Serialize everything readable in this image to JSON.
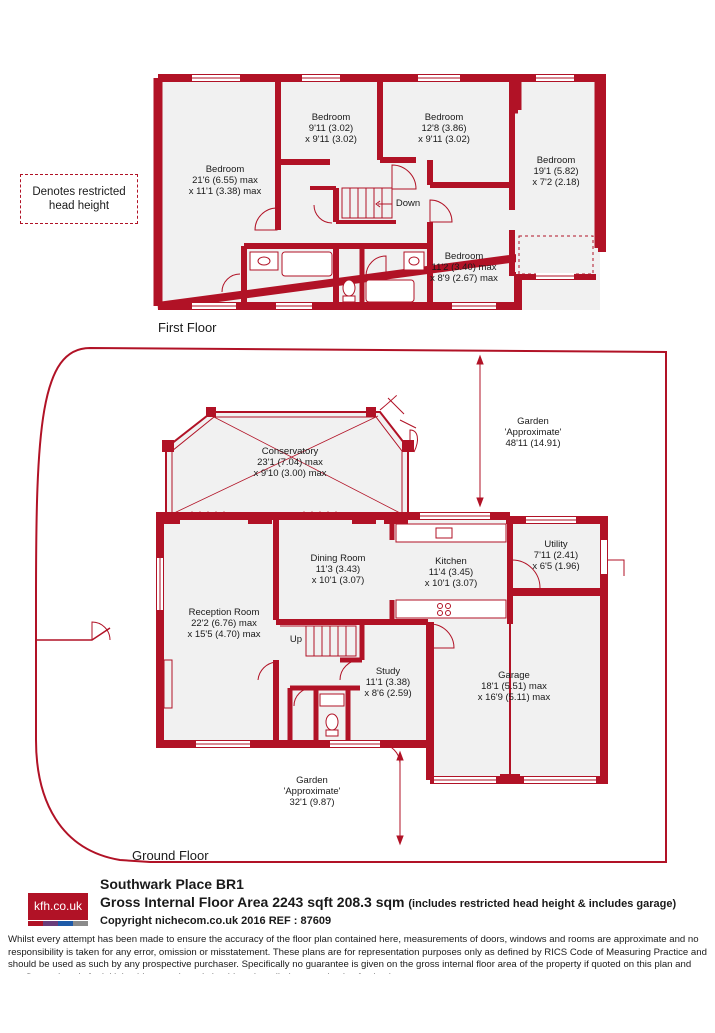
{
  "colors": {
    "wall": "#b11226",
    "floor": "#f1f1f1",
    "outline": "#b11226"
  },
  "legend": {
    "line1": "Denotes restricted",
    "line2": "head height"
  },
  "floors": {
    "first": "First Floor",
    "ground": "Ground Floor"
  },
  "rooms": {
    "bedroom1": {
      "name": "Bedroom",
      "dim1": "21'6 (6.55) max",
      "dim2": "x 11'1 (3.38) max"
    },
    "bedroom2": {
      "name": "Bedroom",
      "dim1": "9'11 (3.02)",
      "dim2": "x 9'11 (3.02)"
    },
    "bedroom3": {
      "name": "Bedroom",
      "dim1": "12'8 (3.86)",
      "dim2": "x 9'11 (3.02)"
    },
    "bedroom4": {
      "name": "Bedroom",
      "dim1": "19'1 (5.82)",
      "dim2": "x 7'2 (2.18)"
    },
    "bedroom5": {
      "name": "Bedroom",
      "dim1": "11'2 (3.40) max",
      "dim2": "x 8'9 (2.67) max"
    },
    "down": "Down",
    "up": "Up",
    "garden_back": {
      "name": "Garden",
      "sub": "'Approximate'",
      "dim": "48'11 (14.91)"
    },
    "conservatory": {
      "name": "Conservatory",
      "dim1": "23'1 (7.04) max",
      "dim2": "x 9'10 (3.00) max"
    },
    "dining": {
      "name": "Dining Room",
      "dim1": "11'3 (3.43)",
      "dim2": "x 10'1 (3.07)"
    },
    "kitchen": {
      "name": "Kitchen",
      "dim1": "11'4 (3.45)",
      "dim2": "x 10'1 (3.07)"
    },
    "utility": {
      "name": "Utility",
      "dim1": "7'11 (2.41)",
      "dim2": "x 6'5 (1.96)"
    },
    "reception": {
      "name": "Reception Room",
      "dim1": "22'2 (6.76) max",
      "dim2": "x 15'5 (4.70) max"
    },
    "study": {
      "name": "Study",
      "dim1": "11'1 (3.38)",
      "dim2": "x 8'6 (2.59)"
    },
    "garage": {
      "name": "Garage",
      "dim1": "18'1 (5.51) max",
      "dim2": "x 16'9 (5.11) max"
    },
    "garden_front": {
      "name": "Garden",
      "sub": "'Approximate'",
      "dim": "32'1 (9.87)"
    }
  },
  "footer": {
    "logo": "kfh.co.uk",
    "logo_stripes": [
      "#b11226",
      "#6a3d7a",
      "#1e5aa8",
      "#8a8a8a"
    ],
    "title": "Southwark Place BR1",
    "area": "Gross Internal Floor Area 2243 sqft 208.3 sqm",
    "area_note": "(includes restricted head height & includes garage)",
    "copyright": "Copyright nichecom.co.uk 2016 REF : 87609",
    "disclaimer": "Whilst every attempt has been made to ensure the accuracy of the floor plan contained here, measurements of doors, windows and rooms are approximate and no responsibility is taken for any error, omission or misstatement.  These plans are for representation purposes only as defined by RICS Code of Measuring Practice and should be used as such by any prospective purchaser.  Specifically no guarantee is given on the gross internal floor area of the property if quoted on this plan and any figure given is for initial guidance only and should not be relied on as a basis of valuation."
  }
}
